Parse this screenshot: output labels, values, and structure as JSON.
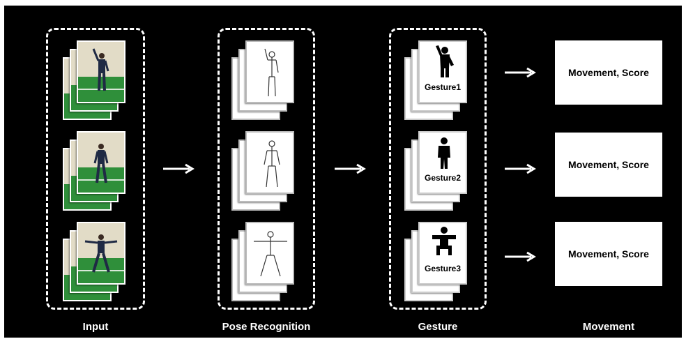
{
  "columns": {
    "input": "Input",
    "pose": "Pose Recognition",
    "gesture": "Gesture",
    "movement": "Movement"
  },
  "gestures": [
    "Gesture1",
    "Gesture2",
    "Gesture3"
  ],
  "results": [
    "Movement, Score",
    "Movement, Score",
    "Movement, Score"
  ],
  "colors": {
    "background": "#000000",
    "foreground": "#ffffff",
    "floor": "#2f8f3a"
  }
}
